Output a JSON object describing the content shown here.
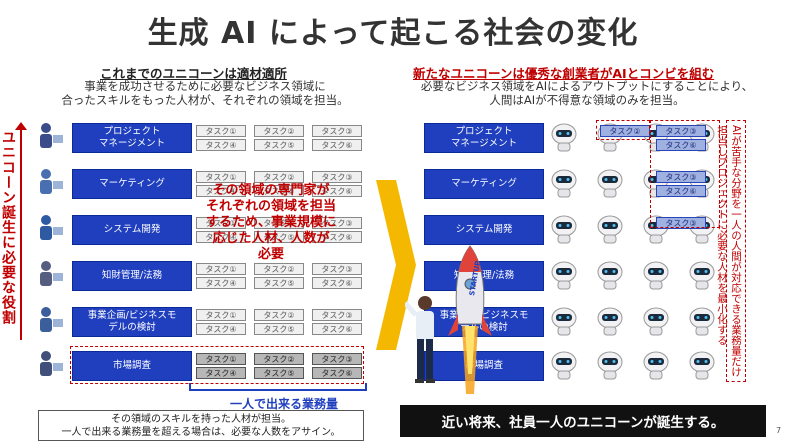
{
  "title": "生成 AI によって起こる社会の変化",
  "left": {
    "heading": "これまでのユニコーンは適材適所",
    "sub1": "事業を成功させるために必要なビジネス領域に",
    "sub2": "合ったスキルをもった人材が、それぞれの領域を担当。",
    "vertical_label": "ユニコーン誕生に必要な役割",
    "roles": [
      {
        "label": "プロジェクト\nマネージメント",
        "tasks": [
          "タスク①",
          "タスク②",
          "タスク③",
          "タスク④",
          "タスク⑤",
          "タスク⑥"
        ]
      },
      {
        "label": "マーケティング",
        "tasks": [
          "タスク①",
          "タスク②",
          "タスク③",
          "タスク④",
          "タスク⑤",
          "タスク⑥"
        ]
      },
      {
        "label": "システム開発",
        "tasks": [
          "タスク①",
          "タスク②",
          "タスク③",
          "タスク④",
          "タスク⑤",
          "タスク⑥"
        ]
      },
      {
        "label": "知財管理/法務",
        "tasks": [
          "タスク①",
          "タスク②",
          "タスク③",
          "タスク④",
          "タスク⑤",
          "タスク⑥"
        ]
      },
      {
        "label": "事業企画/ビジネスモ\nデルの検討",
        "tasks": [
          "タスク①",
          "タスク②",
          "タスク③",
          "タスク④",
          "タスク⑤",
          "タスク⑥"
        ]
      },
      {
        "label": "市場調査",
        "tasks": [
          "タスク①",
          "タスク②",
          "タスク③",
          "タスク④",
          "タスク⑤",
          "タスク⑥"
        ]
      }
    ],
    "overlay": "その領域の専門家が\nそれぞれの領域を担当\nするため、事業規模に\n応じた人材、人数が\n必要",
    "capacity_label": "一人で出来る業務量",
    "foot1": "その領域のスキルを持った人材が担当。",
    "foot2": "一人で出来る業務量を超える場合は、必要な人数をアサイン。"
  },
  "right": {
    "heading": "新たなユニコーンは優秀な創業者がAIとコンビを組む",
    "sub1": "必要なビジネス領域をAIによるアウトプットにすることにより、",
    "sub2": "人間はAIが不得意な領域のみを担当。",
    "roles": [
      "プロジェクト\nマネージメント",
      "マーケティング",
      "システム開発",
      "知財管理/法務",
      "事業企画/ビジネスモ\nデルの検討",
      "市場調査"
    ],
    "human_tasks": [
      "タスク②",
      "タスク③",
      "タスク⑥",
      "タスク③",
      "タスク⑥",
      "タスク③"
    ],
    "rocket_text": "STARTUP",
    "side_note": "AIが苦手な分野を一人の人間が対応できる業務量だけ担当しプロジェクトに必要な人材を最小化する",
    "banner": "近い将来、社員一人のユニコーンが誕生する。"
  },
  "page_number": "7",
  "colors": {
    "role_blue": "#1f3fbf",
    "accent_red": "#c00000",
    "arrow_orange": "#f5b800"
  }
}
